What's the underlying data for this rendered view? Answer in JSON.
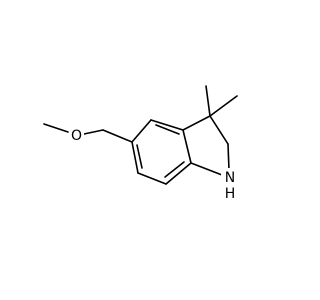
{
  "molecule": {
    "atoms": {
      "oxygen": "O",
      "nitrogen": "N",
      "hydrogen": "H"
    }
  }
}
